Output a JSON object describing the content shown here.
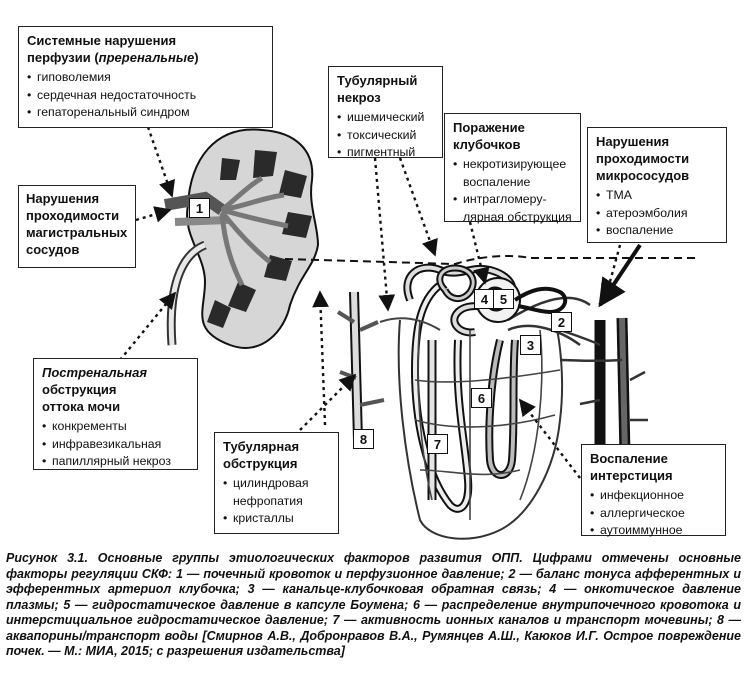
{
  "boxes": {
    "prerenal": {
      "title_part1": "Системные нарушения",
      "title_part2_plain": "перфузии (",
      "title_part2_italic": "преренальные",
      "title_part2_close": ")",
      "items": [
        "гиповолемия",
        "сердечная недостаточность",
        "гепаторенальный синдром"
      ]
    },
    "vessels": {
      "title_lines": [
        "Нарушения",
        "проходимости",
        "магистральных",
        "сосудов"
      ]
    },
    "postrenal": {
      "title_italic": "Постренальная",
      "title_lines": [
        "обструкция",
        "оттока мочи"
      ],
      "items": [
        "конкременты",
        "инфравезикальная",
        "папиллярный некроз"
      ]
    },
    "tubular_necrosis": {
      "title_lines": [
        "Тубулярный",
        "некроз"
      ],
      "items": [
        "ишемический",
        "токсический",
        "пигментный"
      ]
    },
    "glomerular": {
      "title_lines": [
        "Поражение",
        "клубочков"
      ],
      "items": [
        "некротизирующее воспаление",
        "интрагломеру-лярная обструкция"
      ],
      "item_lines": [
        [
          "некротизирующее",
          "воспаление"
        ],
        [
          "интрагломеру-",
          "лярная обструкция"
        ]
      ]
    },
    "microvessels": {
      "title_lines": [
        "Нарушения",
        "проходимости",
        "микрососудов"
      ],
      "items": [
        "ТМА",
        "атероэмболия",
        "воспаление"
      ]
    },
    "tubular_obstruction": {
      "title_lines": [
        "Тубулярная",
        "обструкция"
      ],
      "items": [
        "цилиндровая нефропатия",
        "кристаллы"
      ],
      "item_lines": [
        [
          "цилиндровая",
          "нефропатия"
        ],
        [
          "кристаллы"
        ]
      ]
    },
    "interstitium": {
      "title_lines": [
        "Воспаление",
        "интерстиция"
      ],
      "items": [
        "инфекционное",
        "аллергическое",
        "аутоиммунное"
      ]
    }
  },
  "numbers": [
    "1",
    "2",
    "3",
    "4",
    "5",
    "6",
    "7",
    "8"
  ],
  "caption": "Рисунок 3.1. Основные группы этиологических факторов развития ОПП. Цифрами отмечены основные факторы регуляции СКФ: 1 — почечный кровоток и перфузионное давление; 2 — баланс тонуса афферентных и эфферентных артериол клубочка; 3 — канальце-клубочковая обратная связь; 4 — онкотическое давление плазмы; 5 — гидростатическое давление в капсуле Боумена; 6 — распределение внутрипочечного кровотока и интерстициальное гидростатическое давление; 7 — активность ионных каналов и транспорт мочевины; 8 — аквапорины/транспорт воды [Смирнов А.В., Добронравов В.А., Румянцев А.Ш., Каюков И.Г. Острое повреждение почек. — М.: МИА, 2015; с разрешения издательства]",
  "colors": {
    "ink": "#111111",
    "dark_gray": "#333333",
    "mid_gray": "#9a9a9a",
    "light_gray": "#d9d9d9"
  }
}
